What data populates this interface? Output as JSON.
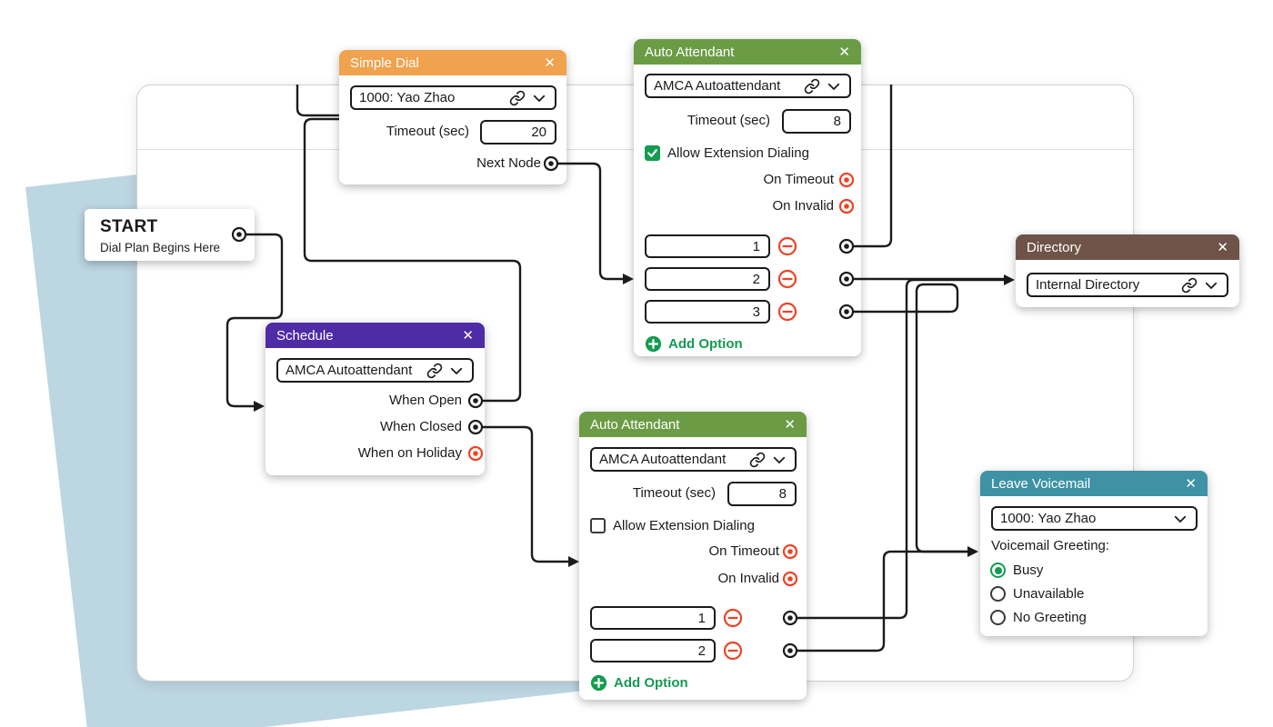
{
  "colors": {
    "orange": "#F0A24E",
    "green": "#6B9C45",
    "purple": "#4E2CA5",
    "brown": "#6F5348",
    "teal": "#3E92A4",
    "red": "#EC4326",
    "green2": "#149C52",
    "line": "#1B1B1B",
    "ink": "#1A1A1A",
    "blue-bg": "#BCD6E2",
    "canvas-border": "#CFCFCF",
    "divider": "#DDDDDD"
  },
  "ui": {
    "close": "✕"
  },
  "nodes": {
    "simple_dial": {
      "title": "Simple Dial",
      "select_value": "1000: Yao Zhao",
      "timeout_label": "Timeout (sec)",
      "timeout_value": "20",
      "next_node_label": "Next Node"
    },
    "auto_attendant_top": {
      "title": "Auto Attendant",
      "select_value": "AMCA Autoattendant",
      "timeout_label": "Timeout (sec)",
      "timeout_value": "8",
      "checkbox_label": "Allow Extension Dialing",
      "checkbox_checked": true,
      "on_timeout_label": "On Timeout",
      "on_invalid_label": "On Invalid",
      "options": [
        "1",
        "2",
        "3"
      ],
      "add_option_label": "Add Option"
    },
    "start": {
      "title": "START",
      "subtitle": "Dial Plan Begins Here"
    },
    "schedule": {
      "title": "Schedule",
      "select_value": "AMCA Autoattendant",
      "outputs": [
        "When Open",
        "When Closed",
        "When on Holiday"
      ]
    },
    "directory": {
      "title": "Directory",
      "select_value": "Internal Directory"
    },
    "auto_attendant_bottom": {
      "title": "Auto Attendant",
      "select_value": "AMCA Autoattendant",
      "timeout_label": "Timeout (sec)",
      "timeout_value": "8",
      "checkbox_label": "Allow Extension Dialing",
      "checkbox_checked": false,
      "on_timeout_label": "On Timeout",
      "on_invalid_label": "On Invalid",
      "options": [
        "1",
        "2"
      ],
      "add_option_label": "Add Option"
    },
    "leave_voicemail": {
      "title": "Leave Voicemail",
      "select_value": "1000: Yao Zhao",
      "greeting_label": "Voicemail Greeting:",
      "greeting_options": [
        "Busy",
        "Unavailable",
        "No Greeting"
      ],
      "greeting_selected": "Busy"
    }
  }
}
